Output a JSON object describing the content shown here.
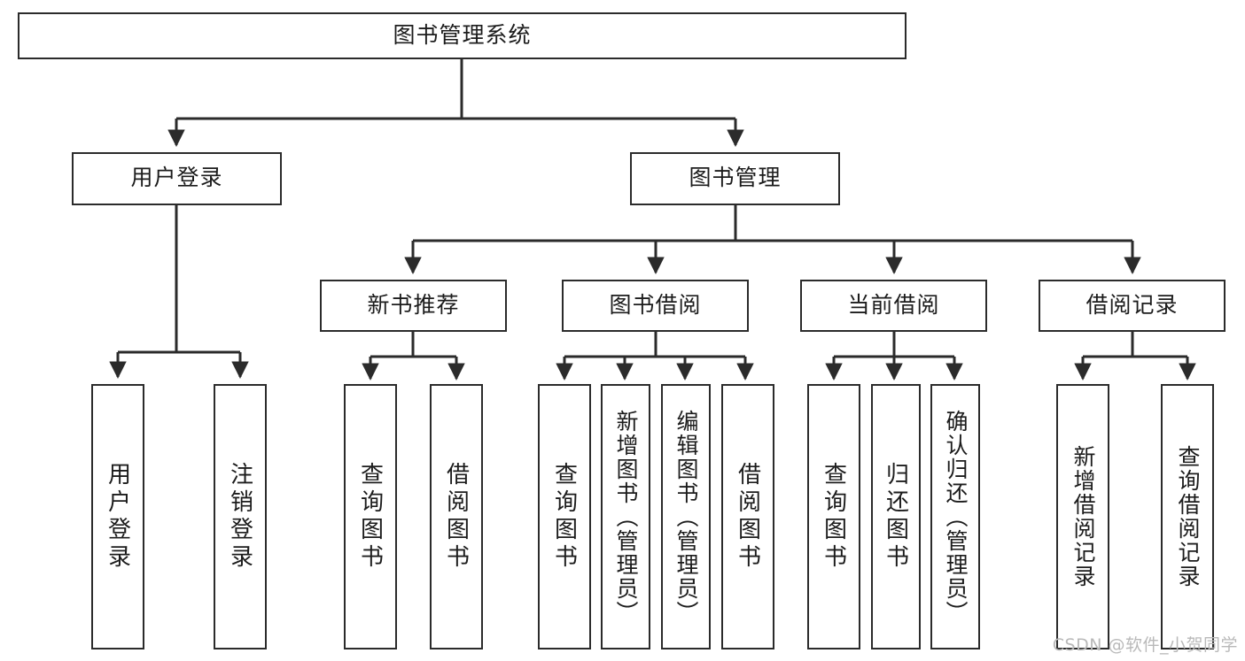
{
  "diagram": {
    "title": "图书管理系统",
    "type": "tree",
    "root": "图书管理系统",
    "accent_color": "#2b2b2b",
    "background_color": "#ffffff",
    "watermark": "CSDN @软件_小贺同学",
    "nodes": {
      "root": {
        "label": "图书管理系统"
      },
      "l1": [
        {
          "label": "用户登录"
        },
        {
          "label": "图书管理"
        }
      ],
      "l2": [
        {
          "label": "新书推荐"
        },
        {
          "label": "图书借阅"
        },
        {
          "label": "当前借阅"
        },
        {
          "label": "借阅记录"
        }
      ],
      "leaves": {
        "user_login": [
          {
            "label": "用户登录"
          },
          {
            "label": "注销登录"
          }
        ],
        "new_book": [
          {
            "label": "查询图书"
          },
          {
            "label": "借阅图书"
          }
        ],
        "book_borrow": [
          {
            "label": "查询图书"
          },
          {
            "label": "新增图书（管理员）"
          },
          {
            "label": "编辑图书（管理员）"
          },
          {
            "label": "借阅图书"
          }
        ],
        "current_borrow": [
          {
            "label": "查询图书"
          },
          {
            "label": "归还图书"
          },
          {
            "label": "确认归还（管理员）"
          }
        ],
        "borrow_record": [
          {
            "label": "新增借阅记录"
          },
          {
            "label": "查询借阅记录"
          }
        ]
      }
    }
  }
}
